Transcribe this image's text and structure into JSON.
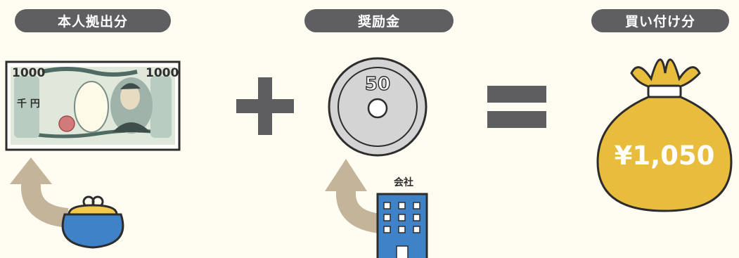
{
  "labels": {
    "self_contribution": "本人拠出分",
    "incentive": "奨励金",
    "purchase": "買い付け分"
  },
  "banknote": {
    "value_left": "1000",
    "value_right": "1000",
    "denomination": "千 円"
  },
  "coin": {
    "value": "50"
  },
  "company": {
    "label": "会社"
  },
  "money_bag": {
    "amount": "¥1,050"
  },
  "colors": {
    "pill": "#5f5f62",
    "operator": "#5e5e61",
    "arrow": "#c3b49a",
    "bag": "#e8bd3d",
    "purse": "#3f82c8",
    "building": "#3f82c8",
    "coin": "#d4d4d4",
    "background": "#fffcf1"
  },
  "icons": [
    "plus-icon",
    "equals-icon",
    "purse-icon",
    "building-icon",
    "banknote-icon",
    "coin-icon",
    "money-bag-icon"
  ]
}
